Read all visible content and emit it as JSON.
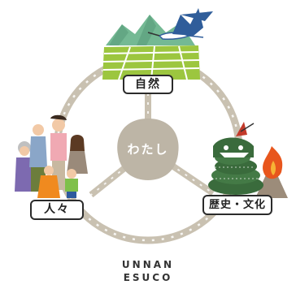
{
  "center": {
    "label": "わたし"
  },
  "nodes": {
    "nature": {
      "label": "自然",
      "icon": "mountain-field-heron-icon"
    },
    "people": {
      "label": "人々",
      "icon": "family-group-icon"
    },
    "culture": {
      "label": "歴史・文化",
      "icon": "dragon-serpent-fire-icon"
    }
  },
  "footer": {
    "line1": "UNNAN",
    "line2": "ESUCO"
  },
  "colors": {
    "rope": "#c9c1b1",
    "center_blob": "#bdb5a6",
    "mountain": "#74b994",
    "field": "#9cc63f",
    "dragon": "#3a6b3c",
    "fire": "#e8561d",
    "heron": "#2f5d9a"
  }
}
